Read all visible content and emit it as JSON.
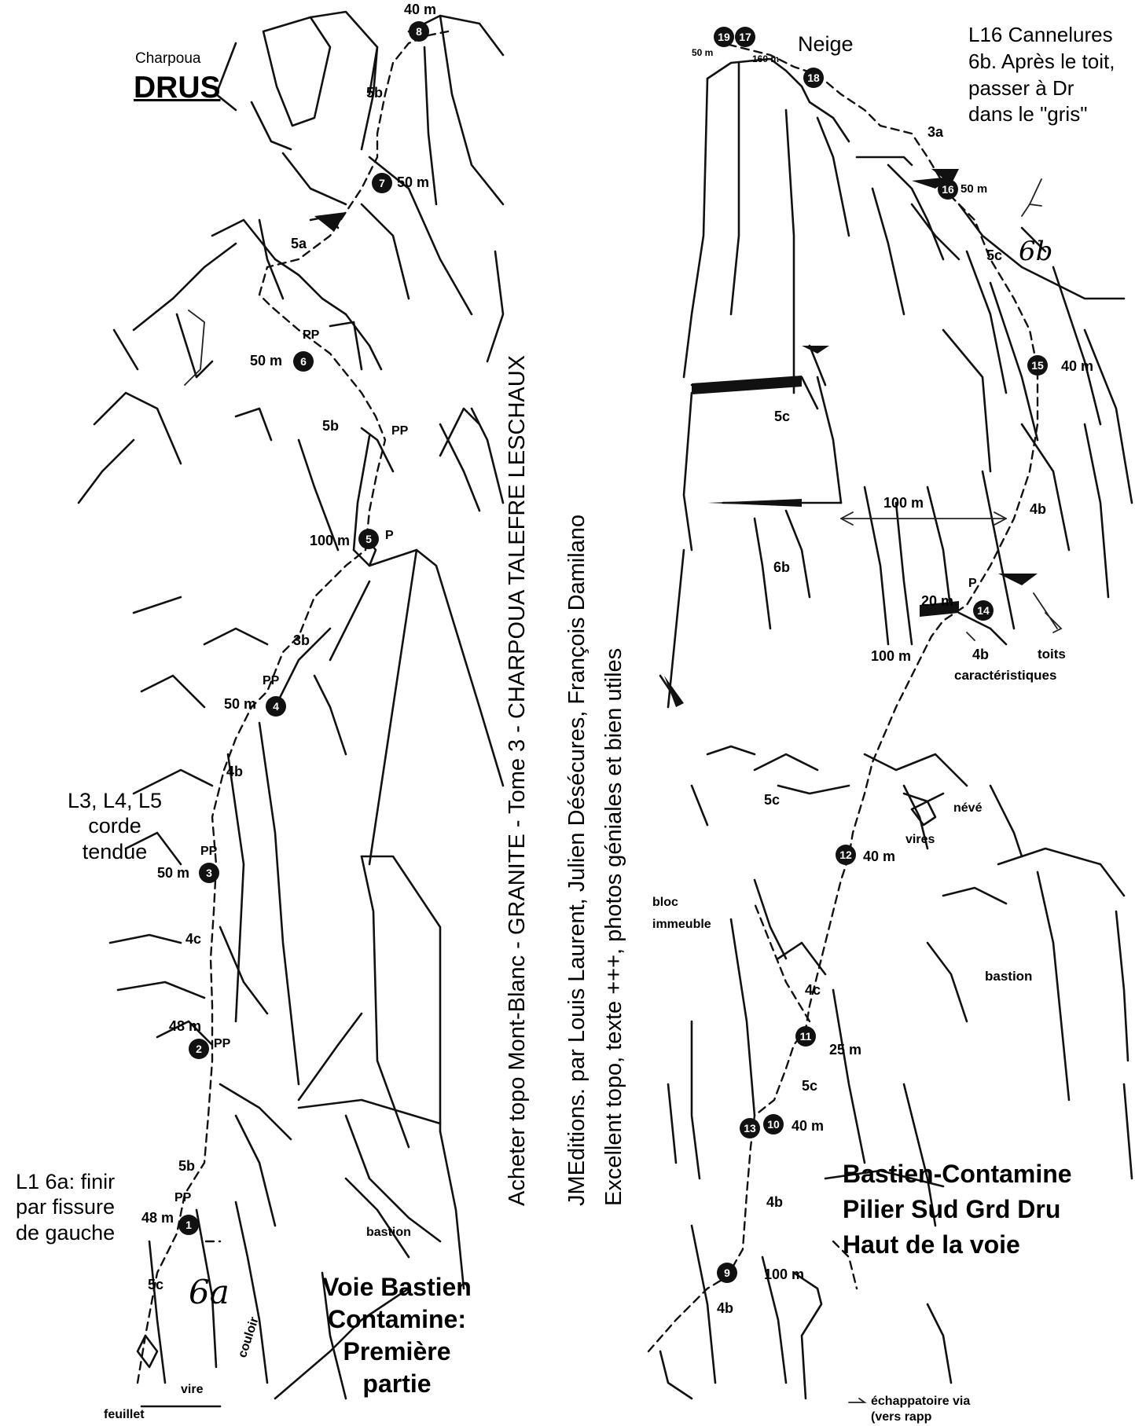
{
  "header": {
    "area": "Charpoua",
    "peak": "DRUS"
  },
  "left_panel": {
    "title_lines": [
      "Voie Bastien",
      "Contamine:",
      "Première",
      "partie"
    ],
    "note_l3": [
      "L3, L4, L5",
      "corde",
      "tendue"
    ],
    "note_l1": [
      "L1 6a: finir",
      "par fissure",
      "de gauche"
    ],
    "handwritten_grade": "6a",
    "features": {
      "bastion": "bastion",
      "couloir": "couloir",
      "vire": "vire",
      "feuillet": "feuillet"
    },
    "belays": [
      {
        "n": "1",
        "len": "48 m",
        "pp": "PP"
      },
      {
        "n": "2",
        "len": "48 m",
        "pp": "PP"
      },
      {
        "n": "3",
        "len": "50 m",
        "pp": "PP"
      },
      {
        "n": "4",
        "len": "50 m",
        "pp": "PP"
      },
      {
        "n": "5",
        "len": "100 m",
        "pp": "P"
      },
      {
        "n": "6",
        "len": "50 m",
        "pp": "PP"
      },
      {
        "n": "7",
        "len": "50 m"
      },
      {
        "n": "8",
        "len": "40 m"
      }
    ],
    "grades": [
      "5c",
      "5b",
      "4c",
      "4b",
      "3b",
      "5b",
      "5a",
      "5b"
    ],
    "pp_mid": "PP"
  },
  "center_vertical": [
    "Acheter topo Mont-Blanc - GRANITE - Tome 3 - CHARPOUA TALEFRE LESCHAUX",
    "JMEditions. par Louis Laurent, Julien Désécures, François Damilano",
    "Excellent topo, texte +++,  photos géniales et bien utiles"
  ],
  "right_panel": {
    "title_lines": [
      "Bastien-Contamine",
      "Pilier Sud Grd Dru",
      "Haut de la voie"
    ],
    "neige": "Neige",
    "l16_note": [
      "L16 Cannelures",
      "6b. Après le toit,",
      "passer à Dr",
      "dans le \"gris\""
    ],
    "features": {
      "toits": "toits",
      "caracteristiques": "caractéristiques",
      "neve": "névé",
      "vires": "vires",
      "bloc": "bloc",
      "immeuble": "immeuble",
      "bastion": "bastion",
      "echappatoire": "échappatoire via",
      "vers_rap": "(vers rapp"
    },
    "belays": [
      {
        "n": "9",
        "len": "100 m"
      },
      {
        "n": "10",
        "len": "40 m"
      },
      {
        "n": "11",
        "len": "25 m"
      },
      {
        "n": "12",
        "len": "40 m"
      },
      {
        "n": "13"
      },
      {
        "n": "14",
        "len": "20 m"
      },
      {
        "n": "15",
        "len": "40 m"
      },
      {
        "n": "16",
        "len": "50 m"
      },
      {
        "n": "17",
        "len": "160 m"
      },
      {
        "n": "18"
      },
      {
        "n": "19",
        "len": "50 m"
      }
    ],
    "traverse_len": "100 m",
    "lower_len": "100 m",
    "grades": [
      "4b",
      "4b",
      "5c",
      "4c",
      "5c",
      "4b",
      "4b",
      "6b",
      "5c",
      "5c",
      "3a"
    ],
    "handwritten_grade": "6b",
    "p_mark": "P"
  }
}
